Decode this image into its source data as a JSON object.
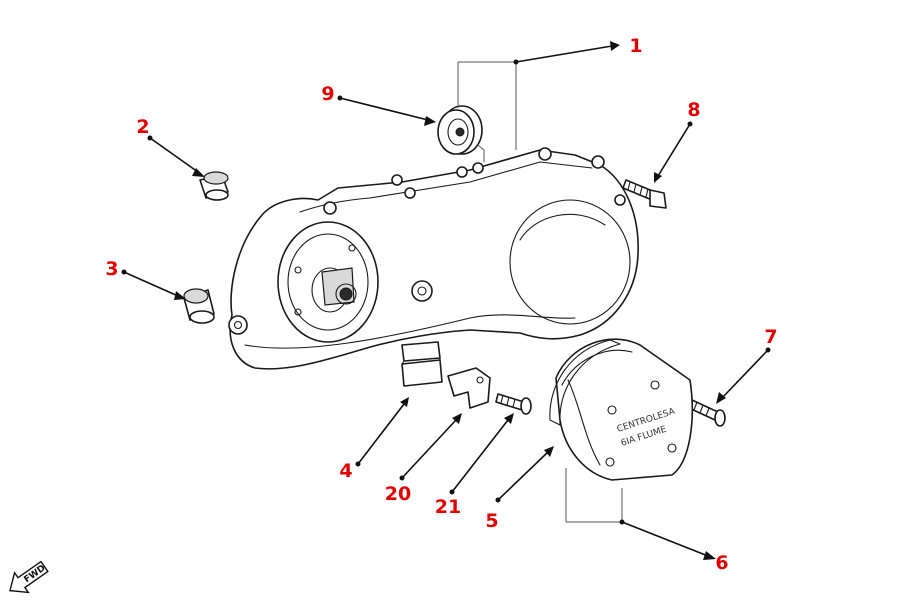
{
  "diagram": {
    "accent_color": "#e00000",
    "line_color": "#1a1a1a",
    "callouts": [
      {
        "id": "c1",
        "label": "1"
      },
      {
        "id": "c2",
        "label": "2"
      },
      {
        "id": "c3",
        "label": "3"
      },
      {
        "id": "c4",
        "label": "4"
      },
      {
        "id": "c5",
        "label": "5"
      },
      {
        "id": "c6",
        "label": "6"
      },
      {
        "id": "c7",
        "label": "7"
      },
      {
        "id": "c8",
        "label": "8"
      },
      {
        "id": "c9",
        "label": "9"
      },
      {
        "id": "c20",
        "label": "20"
      },
      {
        "id": "c21",
        "label": "21"
      }
    ],
    "cover_inscription": [
      "CENTROLESA",
      "6IA FLUME"
    ],
    "fwd_label": "FWD",
    "icons": [
      "fwd-arrow-icon"
    ]
  }
}
